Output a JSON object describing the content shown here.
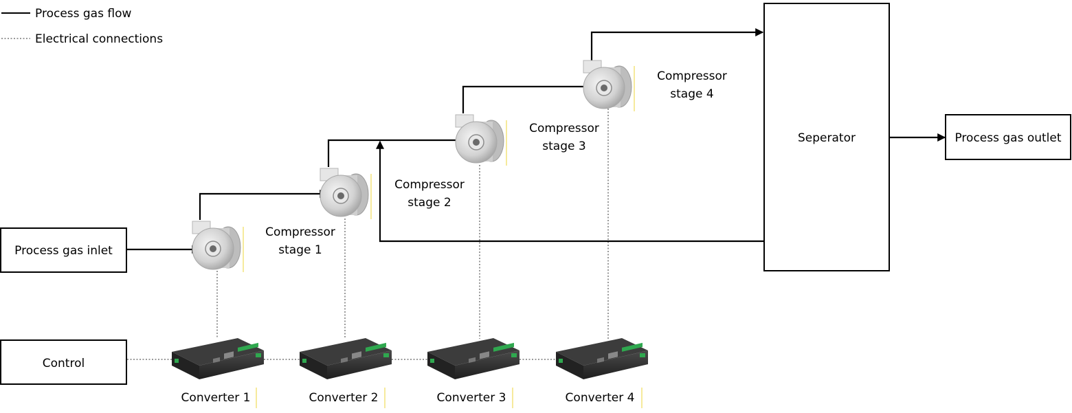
{
  "legend": {
    "process_gas_flow": "Process gas flow",
    "electrical_connections": "Electrical connections"
  },
  "boxes": {
    "inlet": "Process gas inlet",
    "separator": "Seperator",
    "outlet": "Process gas outlet",
    "control": "Control"
  },
  "compressors": [
    {
      "line1": "Compressor",
      "line2": "stage 1"
    },
    {
      "line1": "Compressor",
      "line2": "stage 2"
    },
    {
      "line1": "Compressor",
      "line2": "stage 3"
    },
    {
      "line1": "Compressor",
      "line2": "stage 4"
    }
  ],
  "converters": [
    "Converter 1",
    "Converter 2",
    "Converter 3",
    "Converter 4"
  ],
  "colors": {
    "line": "#000000",
    "compressor_body": "#d9d9d9",
    "converter_body": "#2b2b2b",
    "terminal_green": "#2fa84f",
    "label_marker": "#f2e27a"
  },
  "icons": {
    "compressor": "compressor-icon",
    "converter": "converter-icon"
  }
}
